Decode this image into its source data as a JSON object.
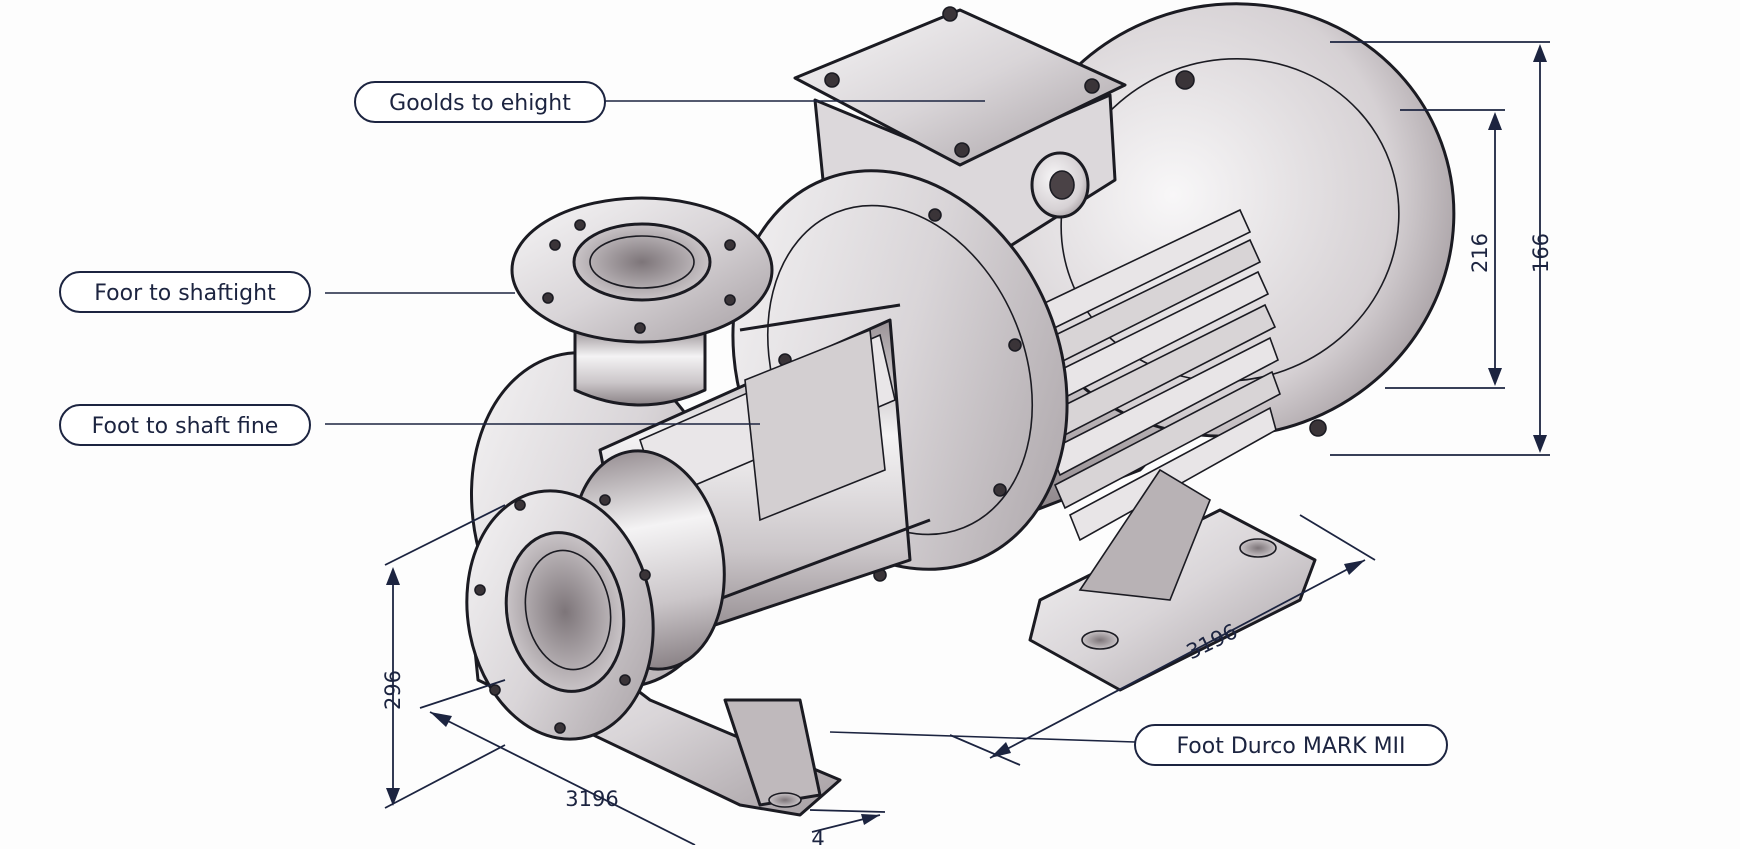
{
  "callouts": [
    {
      "id": "c1",
      "text": "Goolds to ehight"
    },
    {
      "id": "c2",
      "text": "Foor to shaftight"
    },
    {
      "id": "c3",
      "text": "Foot to shaft fine"
    },
    {
      "id": "c4",
      "text": "Foot Durco MARK MII"
    }
  ],
  "dimensions": {
    "motor_inner_height": "216",
    "motor_outer_height": "166",
    "base_length_right": "3196",
    "base_length_front": "3196",
    "pump_height": "296",
    "foot_small": "4"
  },
  "colors": {
    "ink": "#1c2440",
    "metal_light": "#ecebed",
    "metal_mid": "#c9c5c8",
    "metal_dark": "#8d8589"
  }
}
